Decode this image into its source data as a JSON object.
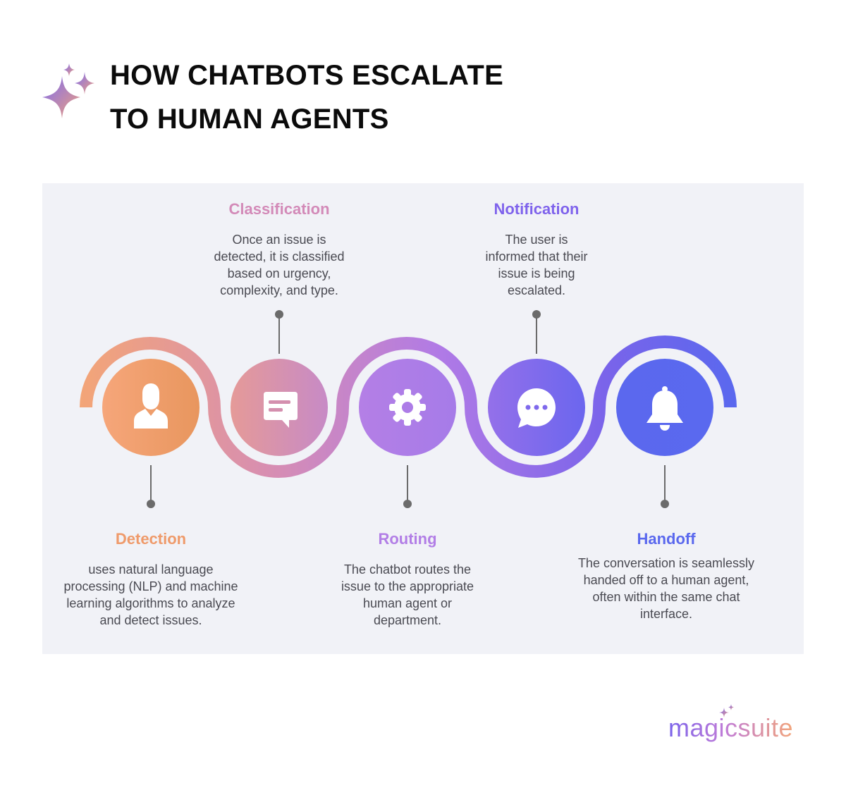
{
  "header": {
    "title_line1": "HOW CHATBOTS ESCALATE",
    "title_line2": "TO HUMAN AGENTS",
    "icon": "sparkles-icon"
  },
  "steps": [
    {
      "title": "Detection",
      "description": [
        "uses natural language",
        "processing (NLP) and machine",
        "learning algorithms to analyze",
        "and detect issues."
      ],
      "icon": "user-icon",
      "color": "#ef9a6a"
    },
    {
      "title": "Classification",
      "description": [
        "Once an issue is",
        "detected, it is classified",
        "based on urgency,",
        "complexity, and type."
      ],
      "icon": "message-icon",
      "color": "#d38ab8"
    },
    {
      "title": "Routing",
      "description": [
        "The chatbot routes the",
        "issue to the appropriate",
        "human agent or",
        "department."
      ],
      "icon": "gear-icon",
      "color": "#b27ee6"
    },
    {
      "title": "Notification",
      "description": [
        "The user is",
        "informed that their",
        "issue is being",
        "escalated."
      ],
      "icon": "chat-bubble-icon",
      "color": "#7f63ec"
    },
    {
      "title": "Handoff",
      "description": [
        "The conversation is seamlessly",
        "handed off to a human agent,",
        "often within the same chat",
        "interface."
      ],
      "icon": "bell-icon",
      "color": "#5a68ee"
    }
  ],
  "logo": {
    "text": "magicsuite",
    "icon": "sparkle-icon"
  }
}
